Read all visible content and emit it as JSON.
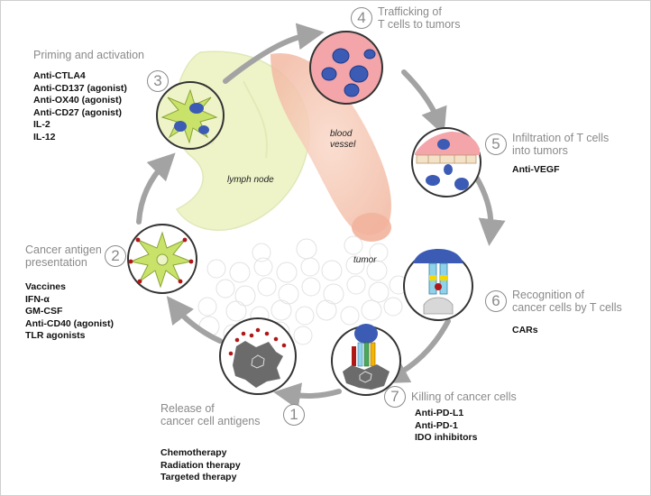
{
  "steps": [
    {
      "num": "1",
      "title_lines": [
        "Release of",
        "cancer cell antigens"
      ],
      "agents": [
        "Chemotherapy",
        "Radiation therapy",
        "Targeted therapy"
      ]
    },
    {
      "num": "2",
      "title_lines": [
        "Cancer antigen",
        "presentation"
      ],
      "agents": [
        "Vaccines",
        "IFN-α",
        "GM-CSF",
        "Anti-CD40 (agonist)",
        "TLR agonists"
      ]
    },
    {
      "num": "3",
      "title_lines": [
        "Priming and activation"
      ],
      "agents": [
        "Anti-CTLA4",
        "Anti-CD137 (agonist)",
        "Anti-OX40 (agonist)",
        "Anti-CD27 (agonist)",
        "IL-2",
        "IL-12"
      ]
    },
    {
      "num": "4",
      "title_lines": [
        "Trafficking of",
        "T cells to tumors"
      ],
      "agents": []
    },
    {
      "num": "5",
      "title_lines": [
        "Infiltration of T cells",
        "into tumors"
      ],
      "agents": [
        "Anti-VEGF"
      ]
    },
    {
      "num": "6",
      "title_lines": [
        "Recognition of",
        "cancer cells by T cells"
      ],
      "agents": [
        "CARs"
      ]
    },
    {
      "num": "7",
      "title_lines": [
        "Killing of cancer cells"
      ],
      "agents": [
        "Anti-PD-L1",
        "Anti-PD-1",
        "IDO inhibitors"
      ]
    }
  ],
  "labels": {
    "blood_vessel_1": "blood",
    "blood_vessel_2": "vessel",
    "lymph_node": "lymph node",
    "tumor": "tumor"
  },
  "colors": {
    "arrow": "#a3a3a3",
    "lymph": "#eef4c8",
    "vessel": "#f6cbb8",
    "vessel_inner": "#f3a5a9",
    "tcell": "#3b5bb5",
    "tumor_cell": "#6b6b6b",
    "antigen": "#b01818",
    "apc": "#c9e36a"
  }
}
